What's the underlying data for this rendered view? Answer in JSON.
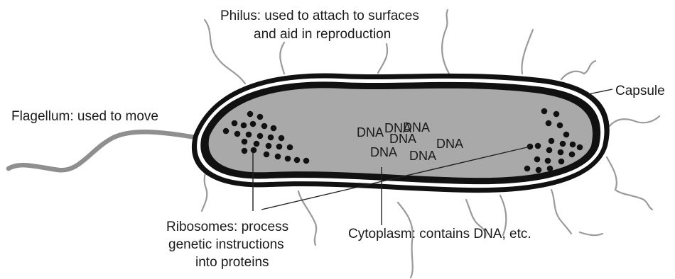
{
  "labels": {
    "philus": [
      "Philus: used to attach to surfaces",
      "and aid in reproduction"
    ],
    "capsule": "Capsule",
    "flagellum": "Flagellum: used to move",
    "ribosomes": [
      "Ribosomes: process",
      "genetic instructions",
      "into proteins"
    ],
    "cytoplasm": "Cytoplasm: contains DNA, etc."
  },
  "dna_labels": [
    "DNA",
    "DNA",
    "DNA",
    "DNA",
    "DNA",
    "DNA",
    "DNA"
  ],
  "colors": {
    "cytoplasm_fill": "#a9a9a9",
    "wall": "#111111",
    "pili": "#9a9a9a",
    "flagellum": "#8f8f8f",
    "ribosome": "#111111",
    "leader_line": "#222222"
  }
}
